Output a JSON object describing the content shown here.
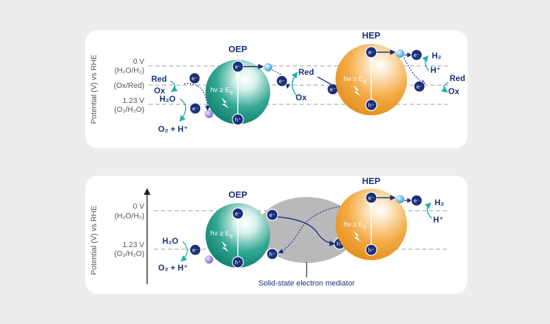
{
  "colors": {
    "background": "#ededed",
    "panel": "#ffffff",
    "navy": "#1b2f7a",
    "teal": "#1a9a86",
    "orange": "#f3a73c",
    "mediator": "#b9b9bb",
    "cyan_arrow": "#25b3a6",
    "hole_purple": "#8f7ad6",
    "electron_blue": "#49b6e8",
    "label_gray": "#555555",
    "dash": "#9a9a9a"
  },
  "top": {
    "ylabel": "Potential (V) vs RHE",
    "oep_title": "OEP",
    "hep_title": "HEP",
    "level_0v": "0 V",
    "level_0v_couple": "(H₂O/H₂)",
    "level_ox_red": "(Ox/Red)",
    "level_123v": "1.23 V",
    "level_123v_couple": "(O₂/H₂O)",
    "electron": "e⁻",
    "hole": "h⁺",
    "excitation": "hν ≥ E",
    "excitation_sub": "g",
    "left_red": "Red",
    "left_ox": "Ox",
    "left_h2o": "H₂O",
    "left_o2": "O₂ + H⁺",
    "mid_red": "Red",
    "mid_ox": "Ox",
    "right_h2": "H₂",
    "right_h": "H⁺",
    "right_red": "Red",
    "right_ox": "Ox"
  },
  "bottom": {
    "ylabel": "Potential (V) vs RHE",
    "oep_title": "OEP",
    "hep_title": "HEP",
    "level_0v": "0 V",
    "level_0v_couple": "(H₂O/H₂)",
    "level_123v": "1.23 V",
    "level_123v_couple": "(O₂/H₂O)",
    "electron": "e⁻",
    "hole": "h⁺",
    "excitation": "hν ≥ E",
    "excitation_sub": "g",
    "left_h2o": "H₂O",
    "left_o2": "O₂ + H⁺",
    "right_h2": "H₂",
    "right_h": "H⁺",
    "mediator_label": "Solid-state electron mediator"
  }
}
